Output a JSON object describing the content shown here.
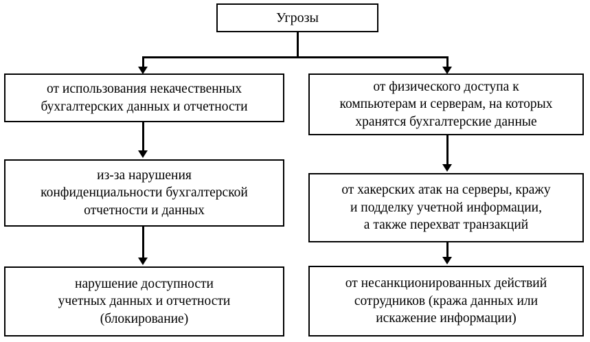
{
  "diagram": {
    "title": "Угрозы",
    "root": {
      "label": "Угрозы"
    },
    "columns": [
      {
        "name": "left-branch",
        "nodes": [
          {
            "label": "от использования некачественных\nбухгалтерских данных и отчетности"
          },
          {
            "label": "из-за нарушения\nконфиденциальности бухгалтерской\nотчетности и данных"
          },
          {
            "label": "нарушение доступности\nучетных данных и отчетности\n(блокирование)"
          }
        ]
      },
      {
        "name": "right-branch",
        "nodes": [
          {
            "label": "от физического доступа к\nкомпьютерам и серверам, на которых\nхранятся бухгалтерские данные"
          },
          {
            "label": "от хакерских атак на серверы, кражу\nи подделку учетной информации,\nа также перехват транзакций"
          },
          {
            "label": "от несанкционированных действий\nсотрудников (кража данных или\nискажение информации)"
          }
        ]
      }
    ],
    "colors": {
      "stroke": "#000000",
      "fill": "#ffffff",
      "text": "#000000"
    }
  }
}
